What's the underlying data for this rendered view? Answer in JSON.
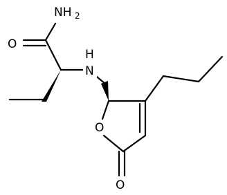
{
  "structure": {
    "atom_labels": {
      "amide_nitrogen": "NH",
      "amide_nitrogen_count": "2",
      "carbonyl_oxygen": "O",
      "amine_nitrogen": "N",
      "amine_hydrogen": "H",
      "ring_oxygen": "O",
      "lactone_oxygen": "O"
    },
    "bond_color": "#000000",
    "background_color": "#ffffff"
  }
}
